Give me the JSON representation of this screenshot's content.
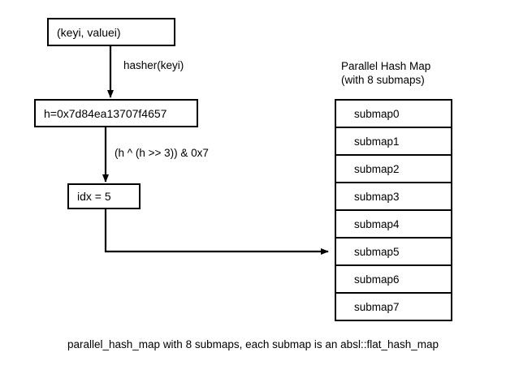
{
  "diagram": {
    "input_box": {
      "label": "(keyi, valuei)"
    },
    "hash_box": {
      "label": "h=0x7d84ea13707f4657"
    },
    "index_box": {
      "label": "idx = 5"
    },
    "edges": {
      "hasher_label": "hasher(keyi)",
      "mix_label": "(h ^ (h >> 3)) & 0x7"
    },
    "hash_map": {
      "heading_line1": "Parallel Hash Map",
      "heading_line2": "(with 8 submaps)",
      "submaps": [
        {
          "label": "submap0"
        },
        {
          "label": "submap1"
        },
        {
          "label": "submap2"
        },
        {
          "label": "submap3"
        },
        {
          "label": "submap4"
        },
        {
          "label": "submap5"
        },
        {
          "label": "submap6"
        },
        {
          "label": "submap7"
        }
      ],
      "selected_index": 5
    },
    "caption": "parallel_hash_map with 8 submaps, each submap is an absl::flat_hash_map",
    "colors": {
      "background": "#ffffff",
      "stroke": "#000000",
      "text": "#000000"
    }
  }
}
